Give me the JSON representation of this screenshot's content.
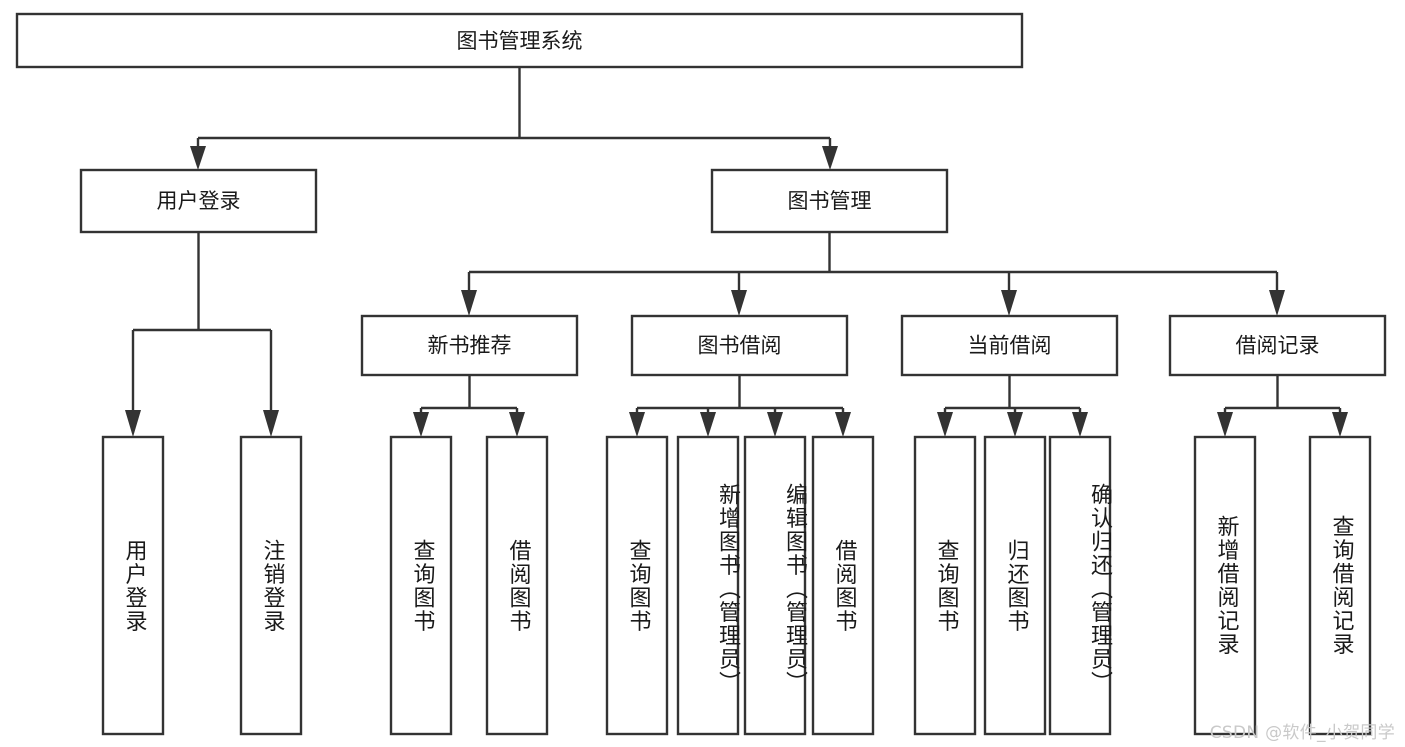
{
  "diagram": {
    "title": "图书管理系统",
    "type": "tree-hierarchy-diagram",
    "root": {
      "id": "root",
      "label": "图书管理系统"
    },
    "level1": [
      {
        "id": "user-login",
        "label": "用户登录"
      },
      {
        "id": "book-management",
        "label": "图书管理"
      }
    ],
    "level2": [
      {
        "id": "new-book-recommend",
        "label": "新书推荐",
        "parent": "book-management"
      },
      {
        "id": "book-borrow",
        "label": "图书借阅",
        "parent": "book-management"
      },
      {
        "id": "current-borrow",
        "label": "当前借阅",
        "parent": "book-management"
      },
      {
        "id": "borrow-record",
        "label": "借阅记录",
        "parent": "book-management"
      }
    ],
    "leaves": [
      {
        "id": "leaf-user-login",
        "label": "用户登录",
        "parent": "user-login"
      },
      {
        "id": "leaf-logout-login",
        "label": "注销登录",
        "parent": "user-login"
      },
      {
        "id": "leaf-query-book-1",
        "label": "查询图书",
        "parent": "new-book-recommend"
      },
      {
        "id": "leaf-borrow-book-1",
        "label": "借阅图书",
        "parent": "new-book-recommend"
      },
      {
        "id": "leaf-query-book-2",
        "label": "查询图书",
        "parent": "book-borrow"
      },
      {
        "id": "leaf-add-book",
        "label": "新增图书（管理员）",
        "parent": "book-borrow"
      },
      {
        "id": "leaf-edit-book",
        "label": "编辑图书（管理员）",
        "parent": "book-borrow"
      },
      {
        "id": "leaf-borrow-book-2",
        "label": "借阅图书",
        "parent": "book-borrow"
      },
      {
        "id": "leaf-query-book-3",
        "label": "查询图书",
        "parent": "current-borrow"
      },
      {
        "id": "leaf-return-book",
        "label": "归还图书",
        "parent": "current-borrow"
      },
      {
        "id": "leaf-confirm-return",
        "label": "确认归还（管理员）",
        "parent": "current-borrow"
      },
      {
        "id": "leaf-add-borrow-record",
        "label": "新增借阅记录",
        "parent": "borrow-record"
      },
      {
        "id": "leaf-query-borrow-record",
        "label": "查询借阅记录",
        "parent": "borrow-record"
      }
    ],
    "colors": {
      "stroke": "#333333",
      "fill": "#ffffff",
      "text": "#1a1a1a",
      "watermark": "#c9c9c9",
      "background": "#ffffff"
    }
  },
  "watermark": {
    "text": "CSDN @软件_小贺同学"
  }
}
